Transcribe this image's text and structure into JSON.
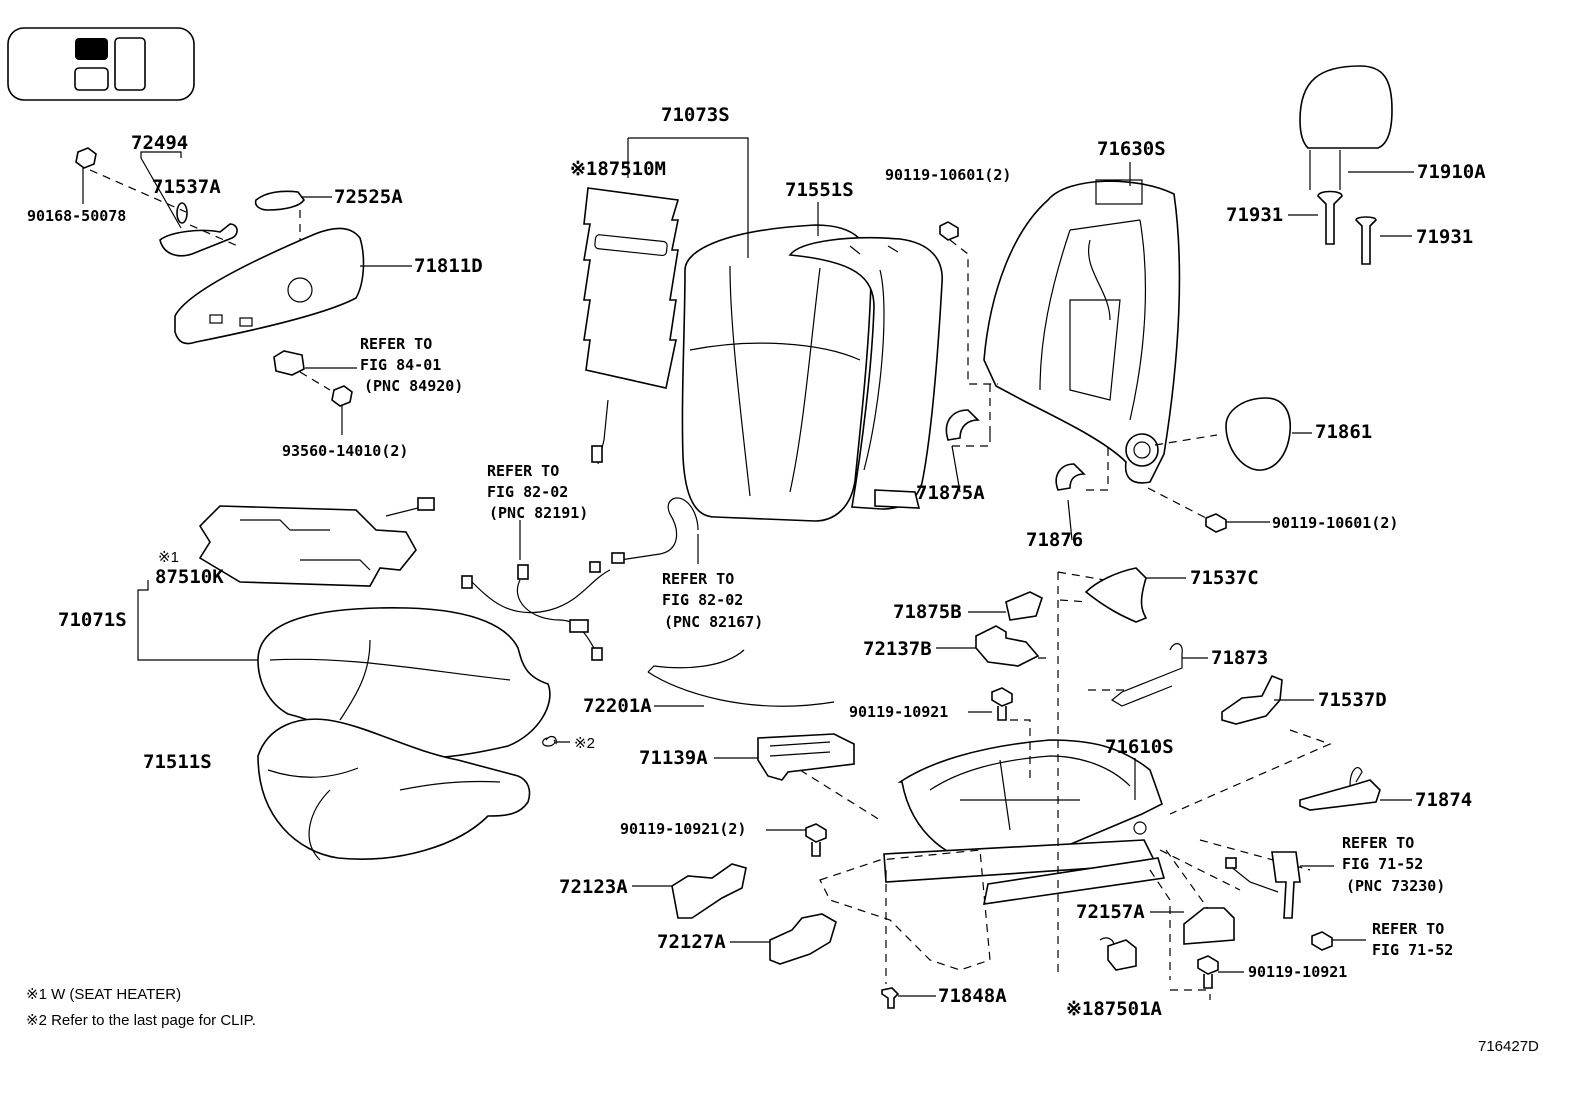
{
  "labels": {
    "p72494": "72494",
    "p71537A": "71537A",
    "p72525A": "72525A",
    "p90168_50078": "90168-50078",
    "p71811D": "71811D",
    "p93560": "93560-14010(2)",
    "p71073S": "71073S",
    "p87510M": "※187510M",
    "p71551S": "71551S",
    "p90119_10601_top": "90119-10601(2)",
    "p71630S": "71630S",
    "p71910A": "71910A",
    "p71931a": "71931",
    "p71931b": "71931",
    "p71861": "71861",
    "p71875A": "71875A",
    "p71876": "71876",
    "p90119_10601_bot": "90119-10601(2)",
    "p87510K_mark": "※1",
    "p87510K": "87510K",
    "p71071S": "71071S",
    "p71511S": "71511S",
    "p72201A": "72201A",
    "p71139A": "71139A",
    "p90119_10921_a": "90119-10921",
    "p90119_10921_b": "90119-10921(2)",
    "p72123A": "72123A",
    "p72127A": "72127A",
    "p71848A": "71848A",
    "p87501A": "※187501A",
    "p72157A": "72157A",
    "p90119_10921_c": "90119-10921",
    "p71537C": "71537C",
    "p71875B": "71875B",
    "p72137B": "72137B",
    "p71873": "71873",
    "p71537D": "71537D",
    "p71610S": "71610S",
    "p71874": "71874",
    "clip_mark": "※2"
  },
  "refs": {
    "r84": [
      "REFER TO",
      "FIG 84-01",
      "(PNC 84920)"
    ],
    "r82191": [
      "REFER TO",
      "FIG 82-02",
      "(PNC 82191)"
    ],
    "r82167": [
      "REFER TO",
      "FIG 82-02",
      "(PNC 82167)"
    ],
    "r73230": [
      "REFER TO",
      "FIG 71-52",
      "(PNC 73230)"
    ],
    "r7152": [
      "REFER TO",
      "FIG 71-52"
    ]
  },
  "notes": {
    "n1": "※1 W (SEAT HEATER)",
    "n2": "※2  Refer to the last page for CLIP."
  },
  "figure_id": "716427D"
}
